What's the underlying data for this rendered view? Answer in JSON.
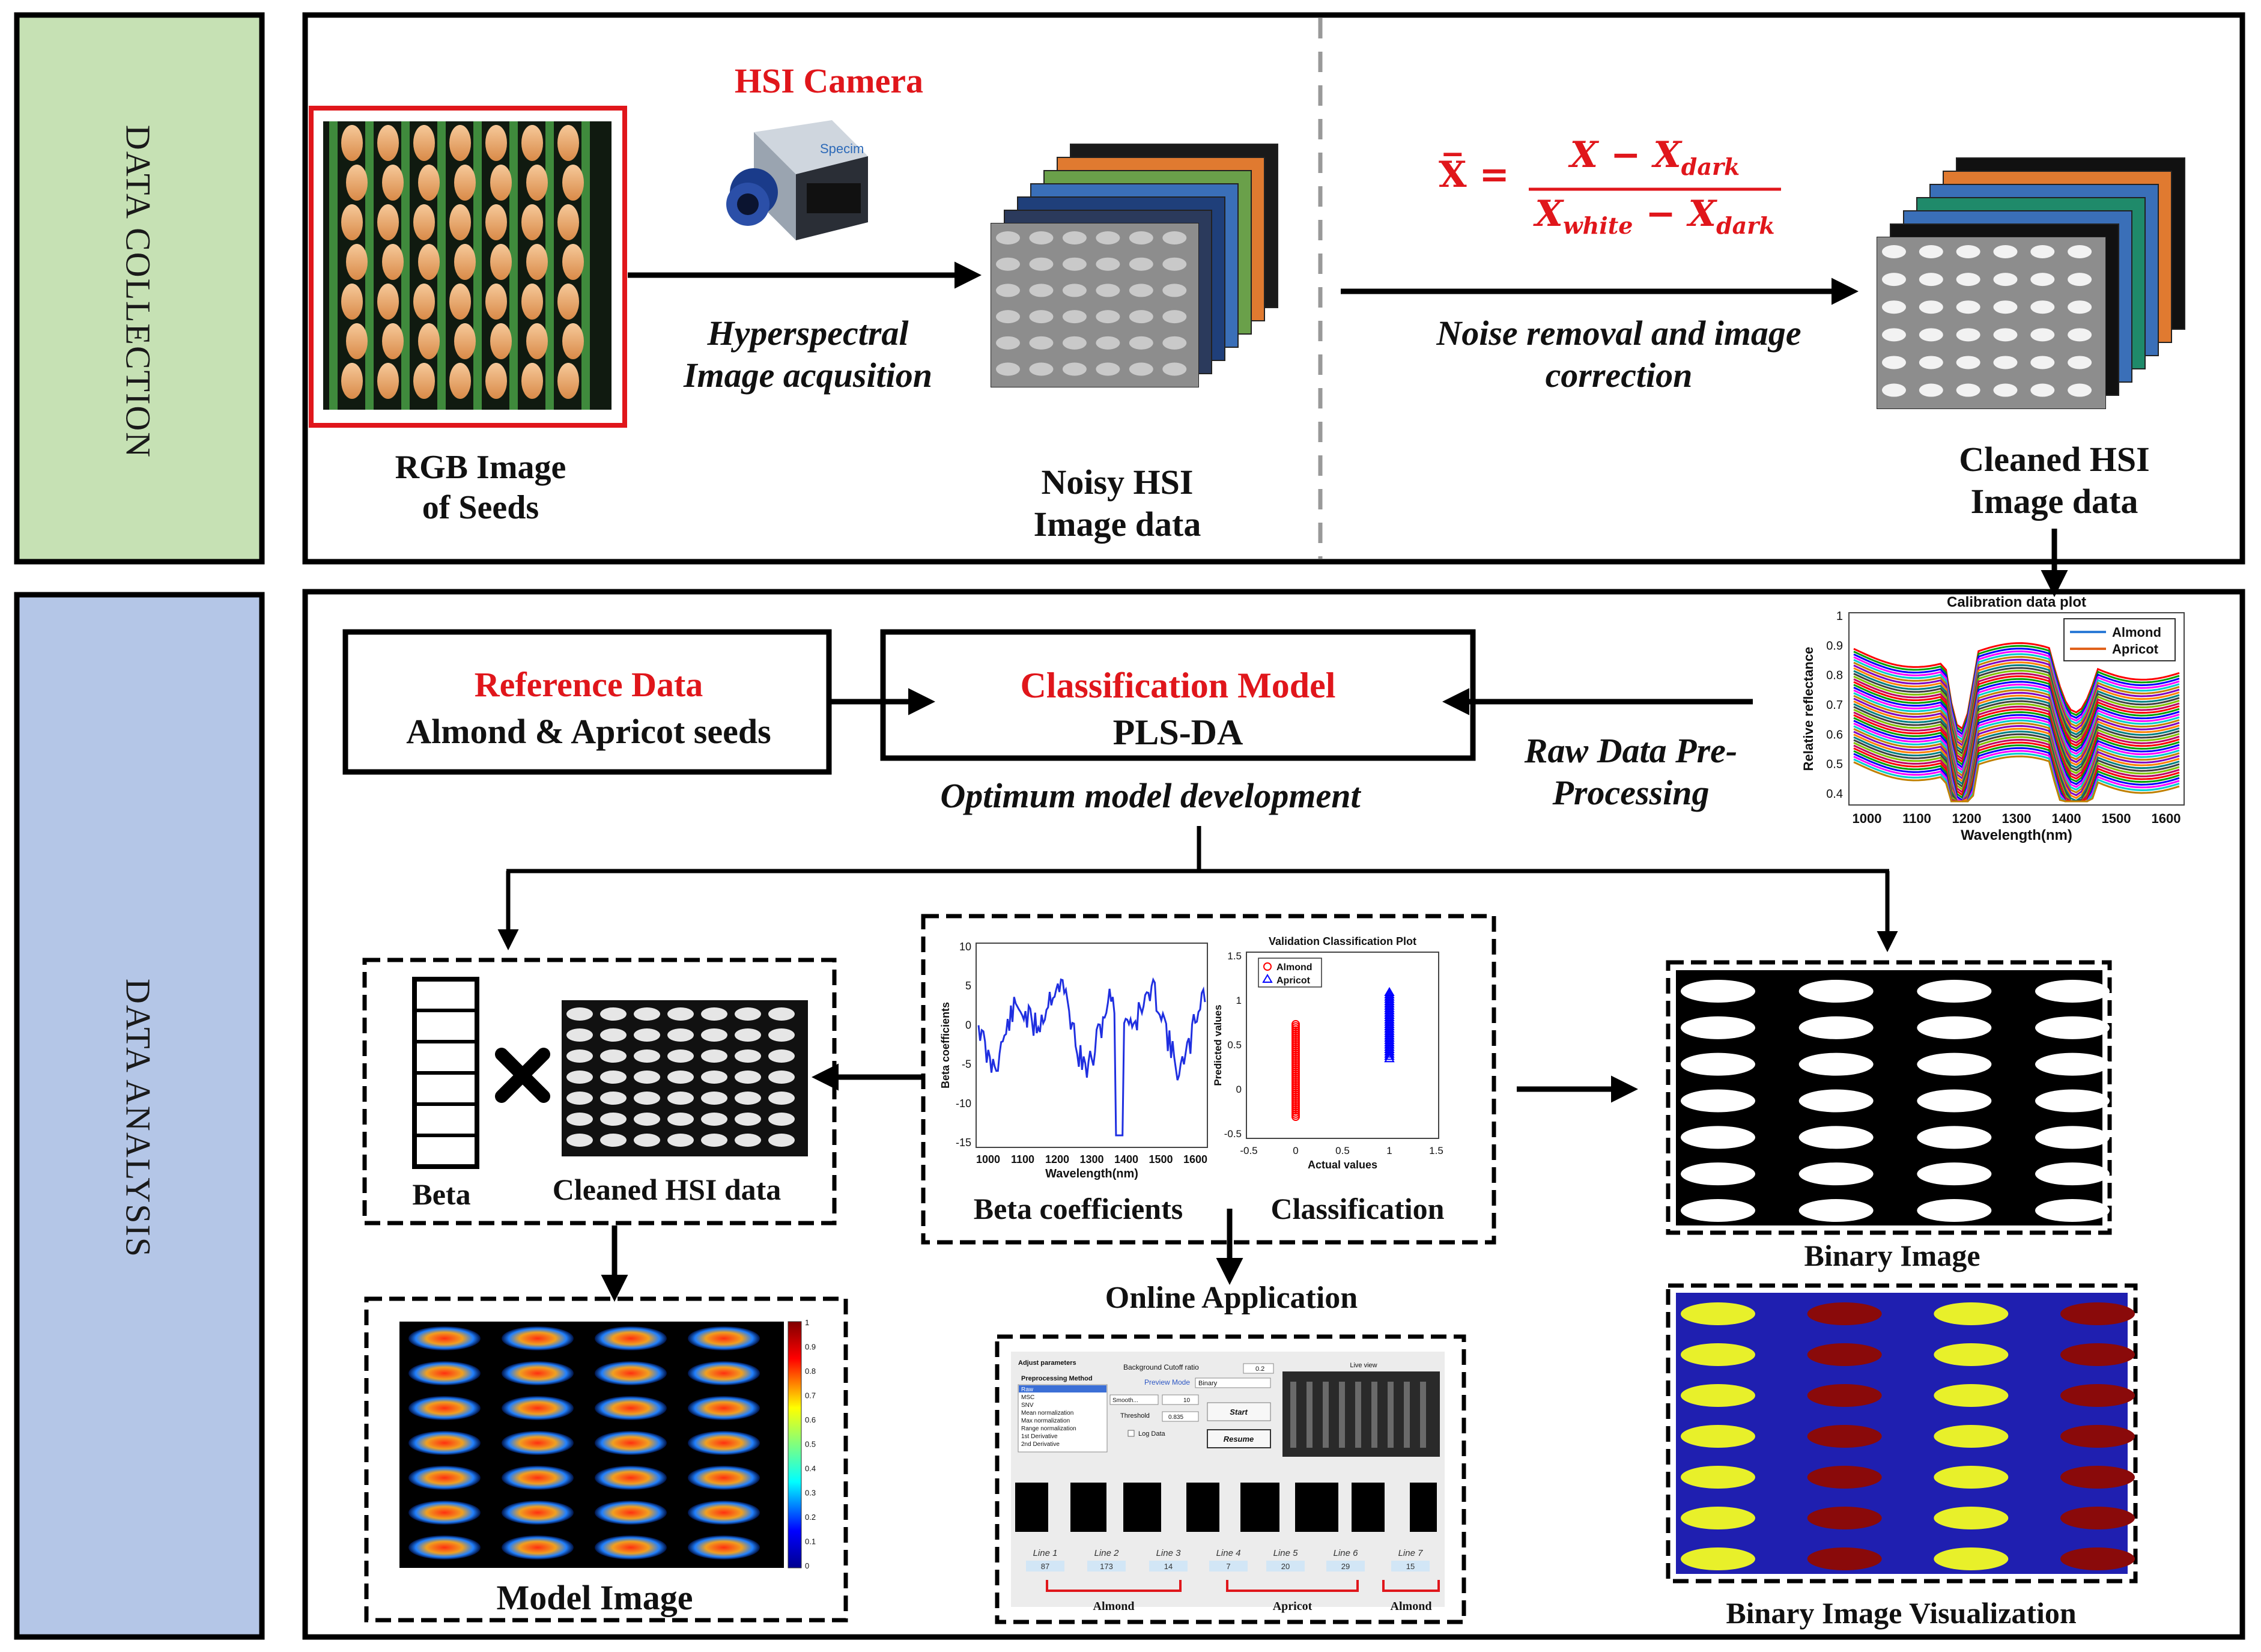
{
  "colors": {
    "collection_band": "#c6e1b4",
    "analysis_band": "#b4c6e7",
    "accent_red": "#e0161b",
    "class_almond": "#e8f02a",
    "class_apricot": "#8a0a0a",
    "background_blue": "#1f1fb0"
  },
  "sections": {
    "collection": "DATA COLLECTION",
    "analysis": "DATA ANALYSIS"
  },
  "collection": {
    "rgb_label": "RGB Image\nof Seeds",
    "camera_label": "HSI Camera",
    "acq_label": "Hyperspectral\nImage acqusition",
    "noisy_label": "Noisy HSI\nImage data",
    "formula_lhs": "X̅ =",
    "formula_num": "X − X",
    "formula_num_sub": "dark",
    "formula_den": "X",
    "formula_den_sub1": "white",
    "formula_den_mid": " − X",
    "formula_den_sub2": "dark",
    "noise_label": "Noise removal and image\ncorrection",
    "cleaned_label": "Cleaned HSI\nImage data"
  },
  "analysis": {
    "reference_title": "Reference Data",
    "reference_sub": "Almond & Apricot seeds",
    "model_title": "Classification Model",
    "model_sub": "PLS-DA",
    "optimum_label": "Optimum model development",
    "preprocessing_label": "Raw Data Pre-\nProcessing",
    "beta_label": "Beta",
    "cleaned_data_label": "Cleaned HSI data",
    "beta_coeff_label": "Beta coefficients",
    "classification_label": "Classification",
    "binary_label": "Binary Image",
    "model_image_label": "Model Image",
    "online_label": "Online Application",
    "binary_vis_label": "Binary Image Visualization"
  },
  "calibration_plot": {
    "title": "Calibration data plot",
    "ylabel": "Relative reflectance",
    "xlabel": "Wavelength(nm)",
    "legend": [
      "Almond",
      "Apricot"
    ],
    "xticks": [
      "1000",
      "1100",
      "1200",
      "1300",
      "1400",
      "1500",
      "1600"
    ],
    "yticks": [
      "1",
      "0.9",
      "0.8",
      "0.7",
      "0.6",
      "0.5",
      "0.4"
    ]
  },
  "beta_plot": {
    "ylabel": "Beta coefficients",
    "xlabel": "Wavelength(nm)",
    "xticks": [
      "1000",
      "1100",
      "1200",
      "1300",
      "1400",
      "1500",
      "1600"
    ],
    "yticks": [
      "10",
      "5",
      "0",
      "-5",
      "-10",
      "-15"
    ]
  },
  "validation_plot": {
    "title": "Validation Classification Plot",
    "ylabel": "Predicted values",
    "xlabel": "Actual values",
    "legend": [
      "Almond",
      "Apricot"
    ],
    "xticks": [
      "-0.5",
      "0",
      "0.5",
      "1",
      "1.5"
    ],
    "yticks": [
      "1.5",
      "1",
      "0.5",
      "0",
      "-0.5"
    ]
  },
  "online_app": {
    "adjust_title": "Adjust parameters",
    "method_title": "Preprocessing Method",
    "methods": [
      "Raw",
      "MSC",
      "SNV",
      "Mean normalization",
      "Max normalization",
      "Range normalization",
      "1st Derivative",
      "2nd Derivative"
    ],
    "bg_cutoff": "Background Cutoff ratio",
    "bg_value": "0.2",
    "preview_mode": "Preview Mode",
    "preview_value": "Binary",
    "smooth": "Smooth...",
    "smooth_value": "10",
    "threshold": "Threshold",
    "threshold_value": "0.835",
    "log_data": "Log Data",
    "start": "Start",
    "resume": "Resume",
    "live_view": "Live view",
    "lines": [
      "Line 1",
      "Line 2",
      "Line 3",
      "Line 4",
      "Line 5",
      "Line 6",
      "Line 7"
    ],
    "counts": [
      "87",
      "173",
      "14",
      "7",
      "20",
      "29",
      "15"
    ],
    "groups": [
      "Almond",
      "Apricot",
      "Almond"
    ]
  },
  "colorbar_ticks": [
    "1",
    "0.9",
    "0.8",
    "0.7",
    "0.6",
    "0.5",
    "0.4",
    "0.3",
    "0.2",
    "0.1",
    "0"
  ]
}
